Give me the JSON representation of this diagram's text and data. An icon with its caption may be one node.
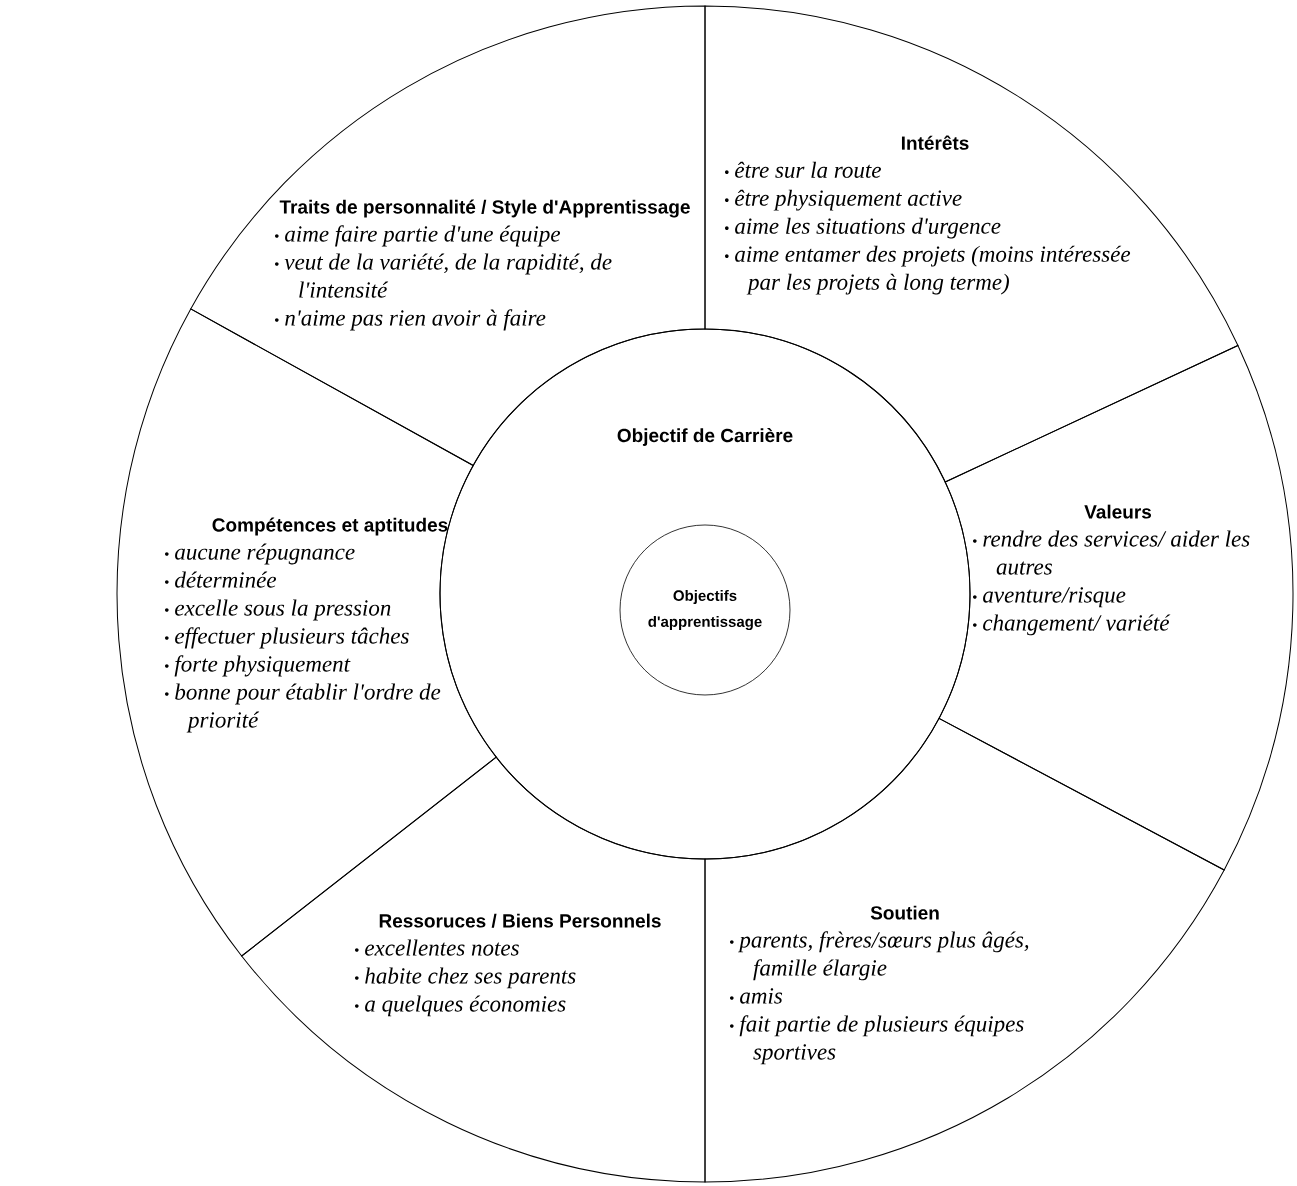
{
  "diagram": {
    "nodes": [
      {
        "text": [
          "Traits de personnalité / Style d'Apprentissage",
          "aime faire partie d'une équipe",
          "veut de la variété, de la rapidité, de l'intensité",
          "n'aime pas rien avoir à faire"
        ]
      },
      {
        "text": [
          "Intérêts",
          "être sur la route",
          "être physiquement active",
          "aime les situations d'urgence",
          "aime entamer des projets (moins intéressée par les projets à long terme)"
        ]
      },
      {
        "text": [
          "Compétences et aptitudes",
          "aucune répugnance",
          "déterminée",
          "excelle sous la pression",
          "effectuer plusieurs tâches",
          "forte physiquement",
          "bonne pour établir l'ordre de priorité"
        ]
      },
      {
        "text": [
          "Objectif de Carrière"
        ]
      },
      {
        "text": [
          "Objectifs d'apprentissage"
        ],
        "in": 3
      },
      {
        "text": [
          "Valeurs",
          "rendre des services/ aider les autres",
          "aventure/risque",
          "changement/ variété"
        ]
      },
      {
        "text": [
          "Ressoruces / Biens Personnels",
          "excellentes notes",
          "habite chez ses parents",
          "a quelques économies"
        ]
      },
      {
        "text": [
          "Soutien",
          "parents, frères/sœurs plus âgés, famille élargie",
          "amis",
          "fait partie de plusieurs équipes sportives"
        ]
      }
    ]
  }
}
